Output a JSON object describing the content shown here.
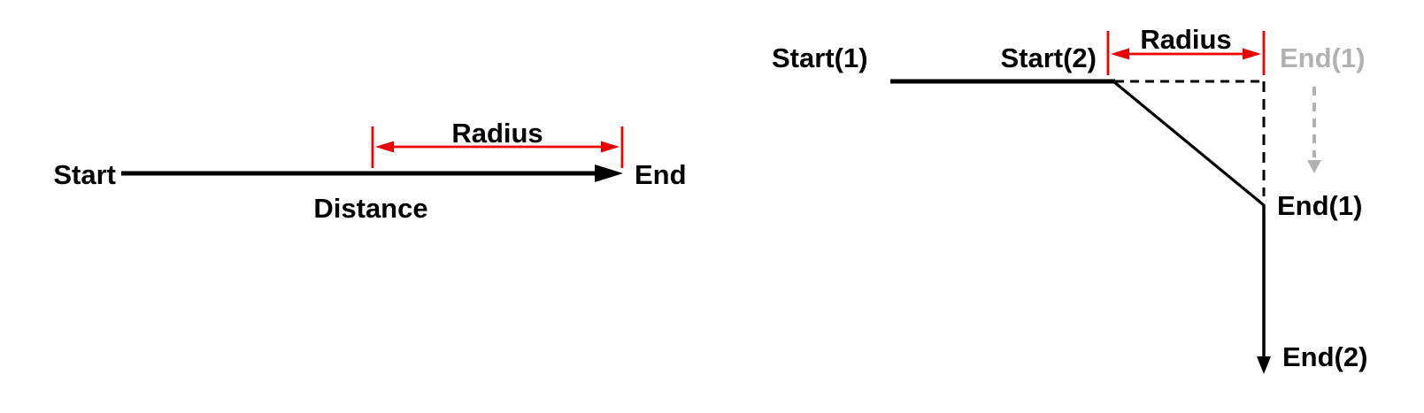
{
  "colors": {
    "line_black": "#000000",
    "measure_red": "#ec0000",
    "ghost_gray": "#b2b2b2",
    "background": "#ffffff"
  },
  "left_diagram": {
    "start_label": "Start",
    "end_label": "End",
    "radius_label": "Radius",
    "distance_label": "Distance"
  },
  "right_diagram": {
    "start1_label": "Start(1)",
    "start2_label": "Start(2)",
    "radius_label": "Radius",
    "ghost_end1_label": "End(1)",
    "end1_label": "End(1)",
    "end2_label": "End(2)"
  }
}
